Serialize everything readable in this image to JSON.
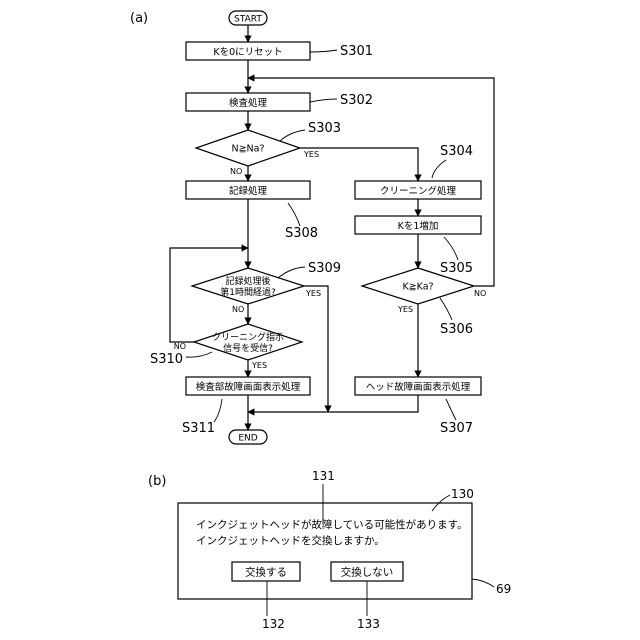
{
  "panel_a": {
    "label": "(a)",
    "start": "START",
    "end": "END",
    "s301": {
      "text": "Kを0にリセット",
      "step": "S301"
    },
    "s302": {
      "text": "検査処理",
      "step": "S302"
    },
    "s303": {
      "text": "N≧Na?",
      "step": "S303",
      "yes": "YES",
      "no": "NO"
    },
    "s304": {
      "text": "クリーニング処理",
      "step": "S304"
    },
    "s305": {
      "text": "Kを1増加",
      "step": "S305"
    },
    "s306": {
      "text": "K≧Ka?",
      "step": "S306",
      "yes": "YES",
      "no": "NO"
    },
    "s307": {
      "text": "ヘッド故障画面表示処理",
      "step": "S307"
    },
    "s308": {
      "text": "記録処理",
      "step": "S308"
    },
    "s309": {
      "line1": "記録処理後",
      "line2": "第1時間経過?",
      "step": "S309",
      "yes": "YES",
      "no": "NO"
    },
    "s310": {
      "line1": "クリーニング指示",
      "line2": "信号を受信?",
      "step": "S310",
      "yes": "YES",
      "no": "NO"
    },
    "s311": {
      "text": "検査部故障画面表示処理",
      "step": "S311"
    }
  },
  "panel_b": {
    "label": "(b)",
    "message_line1": "インクジェットヘッドが故障している可能性があります。",
    "message_line2": "インクジェットヘッドを交換しますか。",
    "button_replace": "交換する",
    "button_no_replace": "交換しない",
    "ref_130": "130",
    "ref_131": "131",
    "ref_132": "132",
    "ref_133": "133",
    "ref_69": "69"
  }
}
